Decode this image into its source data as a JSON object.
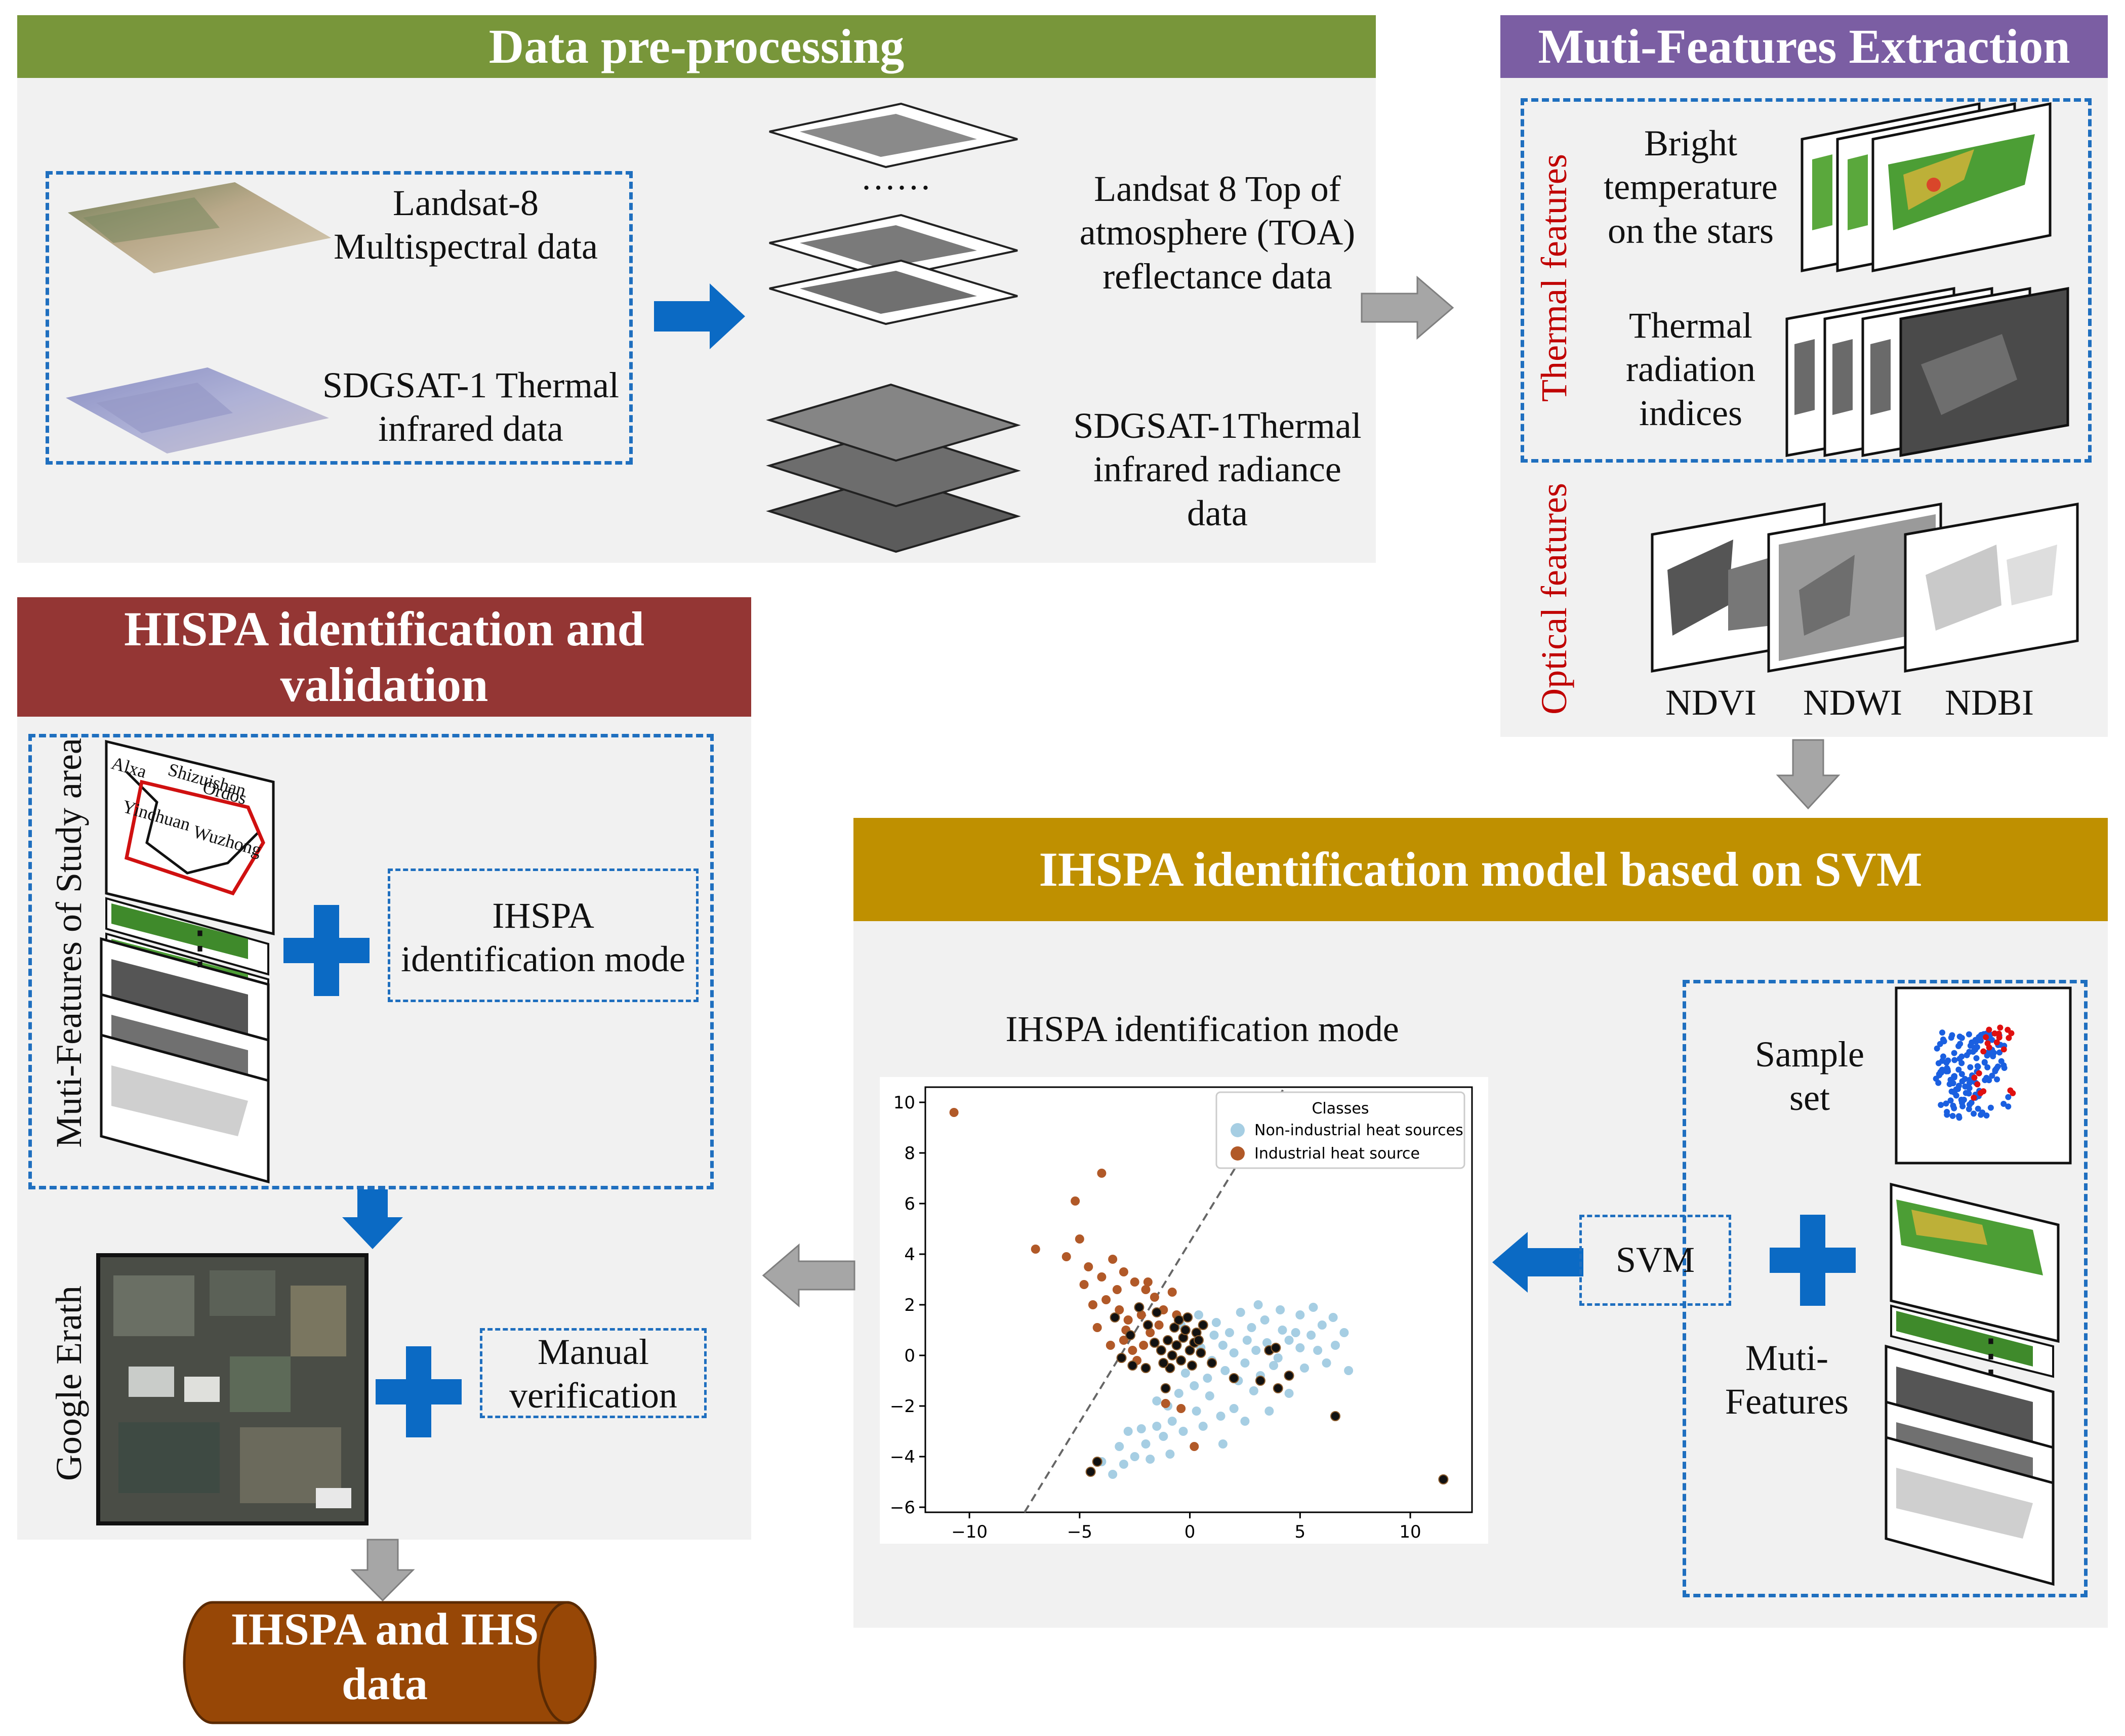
{
  "preprocessing": {
    "title": "Data pre-processing",
    "landsat_label": "Landsat-8\nMultispectral data",
    "sdgsat_label": "SDGSAT-1 Thermal\ninfrared data",
    "ellipsis": "……",
    "toa_label": "Landsat 8 Top of\natmosphere (TOA)\nreflectance data",
    "radiance_label": "SDGSAT-1Thermal\ninfrared  radiance\ndata"
  },
  "features": {
    "title": "Muti-Features Extraction",
    "thermal_group": "Thermal features",
    "bright_temp": "Bright\ntemperature\non the stars",
    "thermal_indices": "Thermal\nradiation\nindices",
    "optical_group": "Optical features",
    "ndvi": "NDVI",
    "ndwi": "NDWI",
    "ndbi": "NDBI"
  },
  "validation": {
    "title": "HISPA identification and\nvalidation",
    "study_area": "Muti-Features of Study area",
    "map_labels": [
      "Alxa",
      "Ordos",
      "Yinchuan",
      "Wuzhong",
      "Shizuishan"
    ],
    "dots": "⋮",
    "mode_box": "IHSPA\nidentification mode",
    "google_earth": "Google Erath",
    "manual_box": "Manual\nverification"
  },
  "svm_model": {
    "title": "IHSPA identification model based on SVM",
    "plot_title": "IHSPA identification mode",
    "sample_set": "Sample\nset",
    "svm_box": "SVM",
    "muti_features": "Muti-\nFeatures",
    "dots": "⋮"
  },
  "output": {
    "label": "IHSPA and IHS\ndata"
  },
  "colors": {
    "green_header": "#78963a",
    "purple_header": "#7b5ea3",
    "red_header": "#943634",
    "gold_header": "#bf9000",
    "dash_blue": "#1f6fbf",
    "arrow_blue": "#0b6ac4",
    "arrow_gray": "#a6a6a6",
    "cylinder": "#974706",
    "red_text": "#c00000",
    "non_industrial": "#a6cee3",
    "industrial": "#b15928"
  },
  "chart_data": {
    "type": "scatter",
    "title": "",
    "xlabel": "",
    "ylabel": "",
    "xlim": [
      -12,
      12.8
    ],
    "ylim": [
      -6.2,
      10.6
    ],
    "xticks": [
      -10,
      -5,
      0,
      5,
      10
    ],
    "yticks": [
      -6,
      -4,
      -2,
      0,
      2,
      4,
      6,
      8,
      10
    ],
    "legend_title": "Classes",
    "legend_position": "top-right",
    "decision_line": {
      "style": "dashed",
      "points": [
        [
          -7.5,
          -6.2
        ],
        [
          4.3,
          10.6
        ]
      ]
    },
    "series": [
      {
        "name": "Non-industrial heat sources",
        "color": "#a6cee3",
        "points": [
          [
            0.5,
            0.3
          ],
          [
            1.0,
            -0.2
          ],
          [
            1.5,
            0.4
          ],
          [
            2.0,
            0.1
          ],
          [
            2.5,
            -0.3
          ],
          [
            3.0,
            0.2
          ],
          [
            3.5,
            0.5
          ],
          [
            4.0,
            -0.1
          ],
          [
            4.5,
            0.6
          ],
          [
            5.0,
            0.3
          ],
          [
            5.5,
            0.8
          ],
          [
            6.0,
            1.2
          ],
          [
            6.5,
            1.5
          ],
          [
            7.0,
            0.9
          ],
          [
            3.2,
            -0.8
          ],
          [
            2.2,
            -1.0
          ],
          [
            1.8,
            0.9
          ],
          [
            2.8,
            1.1
          ],
          [
            4.2,
            1.0
          ],
          [
            5.2,
            -0.5
          ],
          [
            0.8,
            -0.9
          ],
          [
            1.2,
            1.3
          ],
          [
            3.8,
            -0.4
          ],
          [
            4.8,
            0.9
          ],
          [
            2.6,
            0.6
          ],
          [
            1.6,
            -0.6
          ],
          [
            3.4,
            1.4
          ],
          [
            5.8,
            0.2
          ],
          [
            6.2,
            -0.3
          ],
          [
            0.2,
            -1.2
          ],
          [
            -0.5,
            -1.5
          ],
          [
            -1.0,
            -2.0
          ],
          [
            -1.5,
            -2.8
          ],
          [
            -2.0,
            -3.5
          ],
          [
            -2.5,
            -4.0
          ],
          [
            -3.0,
            -4.3
          ],
          [
            -3.5,
            -4.7
          ],
          [
            -4.0,
            -4.2
          ],
          [
            -1.2,
            -3.2
          ],
          [
            -0.8,
            -2.6
          ],
          [
            -0.3,
            -3.0
          ],
          [
            0.3,
            -2.2
          ],
          [
            0.6,
            -2.8
          ],
          [
            -2.2,
            -2.9
          ],
          [
            -1.8,
            -4.1
          ],
          [
            -0.9,
            -3.9
          ],
          [
            1.5,
            -3.5
          ],
          [
            2.0,
            -2.1
          ],
          [
            2.5,
            -2.6
          ],
          [
            -1.5,
            -1.8
          ],
          [
            4.5,
            -1.5
          ],
          [
            3.6,
            -2.2
          ],
          [
            0.9,
            -1.6
          ],
          [
            -0.2,
            -0.7
          ],
          [
            1.1,
            0.8
          ],
          [
            2.3,
            1.7
          ],
          [
            3.1,
            2.0
          ],
          [
            4.1,
            1.8
          ],
          [
            5.0,
            1.6
          ],
          [
            0.4,
            1.6
          ],
          [
            -0.4,
            1.2
          ],
          [
            7.2,
            -0.6
          ],
          [
            6.6,
            0.4
          ],
          [
            5.6,
            1.9
          ],
          [
            2.9,
            -1.4
          ],
          [
            1.4,
            -2.4
          ],
          [
            -3.2,
            -3.6
          ],
          [
            -2.8,
            -3.0
          ]
        ]
      },
      {
        "name": "Industrial heat source",
        "color": "#b15928",
        "points": [
          [
            -10.7,
            9.6
          ],
          [
            -4.0,
            7.2
          ],
          [
            -5.2,
            6.1
          ],
          [
            -7.0,
            4.2
          ],
          [
            -5.0,
            4.6
          ],
          [
            -4.6,
            3.5
          ],
          [
            -4.0,
            3.1
          ],
          [
            -3.5,
            3.8
          ],
          [
            -3.0,
            3.3
          ],
          [
            -2.5,
            2.9
          ],
          [
            -2.0,
            2.6
          ],
          [
            -3.8,
            2.2
          ],
          [
            -4.4,
            2.0
          ],
          [
            -3.2,
            1.8
          ],
          [
            -2.8,
            1.4
          ],
          [
            -2.2,
            1.6
          ],
          [
            -1.6,
            2.3
          ],
          [
            -1.2,
            1.8
          ],
          [
            -0.8,
            2.5
          ],
          [
            -3.0,
            0.6
          ],
          [
            -2.6,
            0.2
          ],
          [
            -1.8,
            0.9
          ],
          [
            -4.2,
            1.1
          ],
          [
            -3.6,
            0.4
          ],
          [
            -2.4,
            -0.2
          ],
          [
            -1.4,
            1.2
          ],
          [
            -0.6,
            1.6
          ],
          [
            -2.9,
            1.0
          ],
          [
            -1.9,
            2.9
          ],
          [
            -3.3,
            2.6
          ],
          [
            -4.8,
            2.8
          ],
          [
            -2.1,
            0.4
          ],
          [
            -5.6,
            3.9
          ],
          [
            -0.4,
            -2.1
          ],
          [
            -1.1,
            -1.9
          ],
          [
            0.2,
            -3.6
          ]
        ]
      },
      {
        "name": "",
        "color": "#111111",
        "points": [
          [
            -0.6,
            0.4
          ],
          [
            -0.3,
            0.7
          ],
          [
            0.0,
            0.2
          ],
          [
            0.3,
            0.9
          ],
          [
            -0.8,
            0.0
          ],
          [
            -0.4,
            -0.2
          ],
          [
            0.2,
            0.5
          ],
          [
            -1.0,
            0.6
          ],
          [
            -0.2,
            1.0
          ],
          [
            0.5,
            0.1
          ],
          [
            -1.3,
            0.2
          ],
          [
            -0.7,
            1.1
          ],
          [
            0.1,
            -0.4
          ],
          [
            -1.6,
            0.5
          ],
          [
            -0.9,
            -0.5
          ],
          [
            0.4,
            0.6
          ],
          [
            -0.5,
            1.4
          ],
          [
            -1.2,
            -0.3
          ],
          [
            -1.9,
            1.2
          ],
          [
            -2.3,
            1.9
          ],
          [
            -2.7,
            0.8
          ],
          [
            -3.1,
            -0.1
          ],
          [
            -3.4,
            1.5
          ],
          [
            -1.5,
            1.7
          ],
          [
            -0.1,
            1.5
          ],
          [
            0.6,
            1.2
          ],
          [
            -2.0,
            -0.5
          ],
          [
            -2.6,
            -0.4
          ],
          [
            3.6,
            0.2
          ],
          [
            3.9,
            0.3
          ],
          [
            4.5,
            -0.8
          ],
          [
            3.2,
            -1.0
          ],
          [
            4.0,
            -1.3
          ],
          [
            6.6,
            -2.4
          ],
          [
            11.5,
            -4.9
          ],
          [
            -4.2,
            -4.2
          ],
          [
            -4.5,
            -4.6
          ],
          [
            -1.1,
            -1.3
          ],
          [
            1.0,
            -0.3
          ],
          [
            2.0,
            -0.9
          ]
        ]
      }
    ]
  }
}
